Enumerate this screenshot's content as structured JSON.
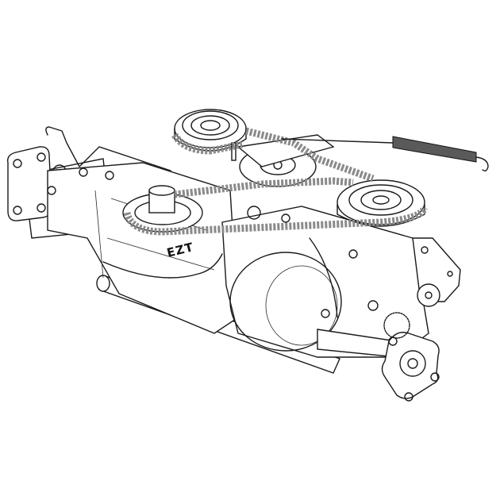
{
  "figure": {
    "subject": "dual hydrostatic transaxle drive assembly",
    "housing_label": "EZT",
    "components": [
      {
        "name": "upper-drive-pulley"
      },
      {
        "name": "right-pulley"
      },
      {
        "name": "left-pulley"
      },
      {
        "name": "idler-pulley"
      },
      {
        "name": "drive-belt"
      },
      {
        "name": "tension-spring"
      },
      {
        "name": "left-wheel-hub"
      },
      {
        "name": "right-wheel-hub"
      },
      {
        "name": "left-transaxle-housing"
      },
      {
        "name": "right-transaxle-housing"
      },
      {
        "name": "cross-tube"
      },
      {
        "name": "control-bracket"
      }
    ],
    "colors": {
      "line": "#1a1a1a",
      "belt": "#8a8a8a",
      "background": "#ffffff"
    }
  }
}
